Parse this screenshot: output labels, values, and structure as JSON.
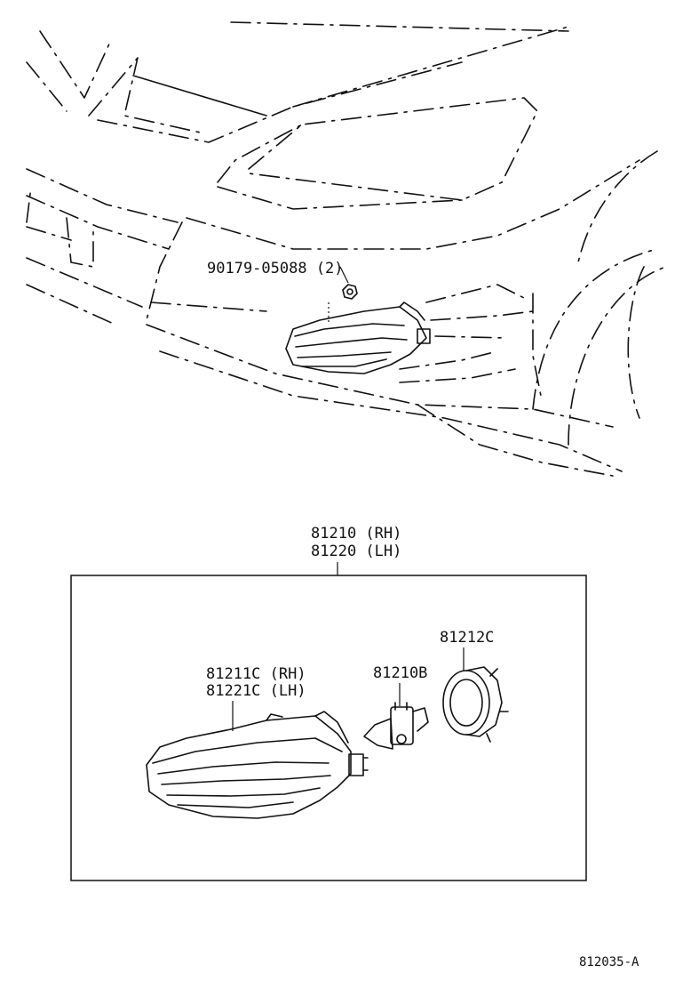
{
  "diagram": {
    "labels": {
      "nut": "90179-05088 (2)",
      "assy_rh": "81210 (RH)",
      "assy_lh": "81220 (LH)",
      "lens_rh": "81211C (RH)",
      "lens_lh": "81221C (LH)",
      "bulb": "81210B",
      "socket": "81212C",
      "ref": "812035-A"
    },
    "colors": {
      "line": "#111111",
      "background": "#ffffff"
    }
  }
}
